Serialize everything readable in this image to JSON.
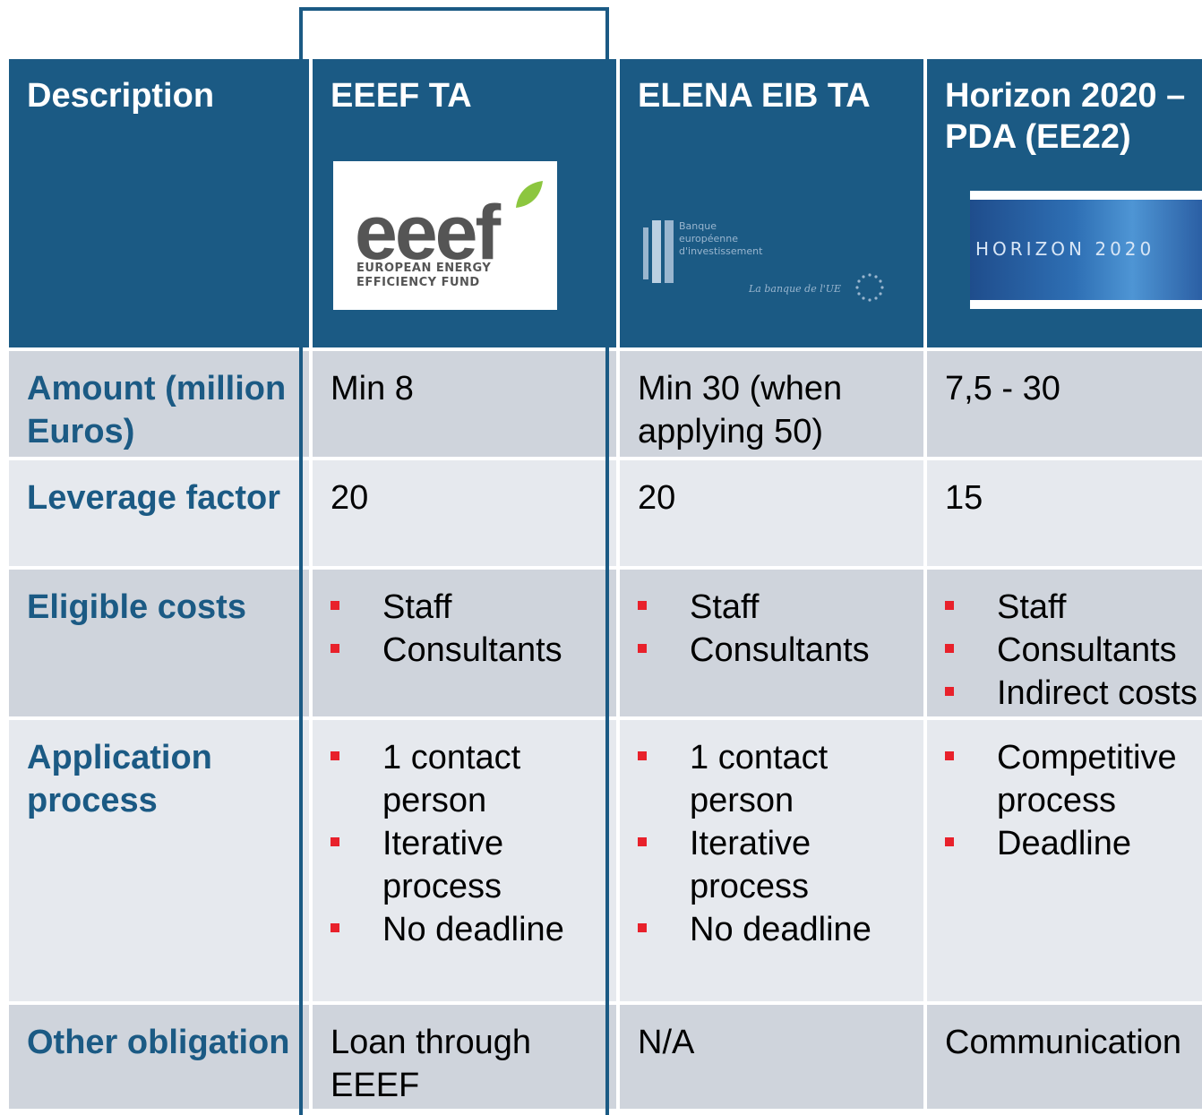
{
  "table": {
    "header": {
      "description": "Description",
      "cols": [
        "EEEF TA",
        "ELENA EIB TA",
        "Horizon 2020 – PDA (EE22)"
      ]
    },
    "logos": {
      "eeef_word": "eeef",
      "eeef_sub": "EUROPEAN ENERGY\nEFFICIENCY FUND",
      "eib_text": "Banque\neuropéenne\nd'investissement",
      "eib_tag": "La banque de l'UE",
      "h2020_text": "HORIZON 2020"
    },
    "rows": [
      {
        "label": "Amount (million Euros)",
        "values": [
          "Min 8",
          "Min 30 (when applying 50)",
          "7,5 - 30"
        ]
      },
      {
        "label": "Leverage factor",
        "values": [
          "20",
          "20",
          "15"
        ]
      },
      {
        "label": "Eligible costs",
        "lists": [
          [
            "Staff",
            "Consultants"
          ],
          [
            "Staff",
            "Consultants"
          ],
          [
            "Staff",
            "Consultants",
            "Indirect costs"
          ]
        ]
      },
      {
        "label": "Application process",
        "lists": [
          [
            "1 contact person",
            "Iterative process",
            "No deadline"
          ],
          [
            "1 contact person",
            "Iterative process",
            "No deadline"
          ],
          [
            "Competitive process",
            "Deadline"
          ]
        ]
      },
      {
        "label": "Other obligation",
        "values": [
          "Loan through EEEF",
          "N/A",
          "Communication"
        ]
      }
    ]
  },
  "colors": {
    "header_bg": "#1b5a84",
    "row_dark": "#cfd4dc",
    "row_light": "#e6e9ee",
    "bullet": "#e8212b"
  }
}
